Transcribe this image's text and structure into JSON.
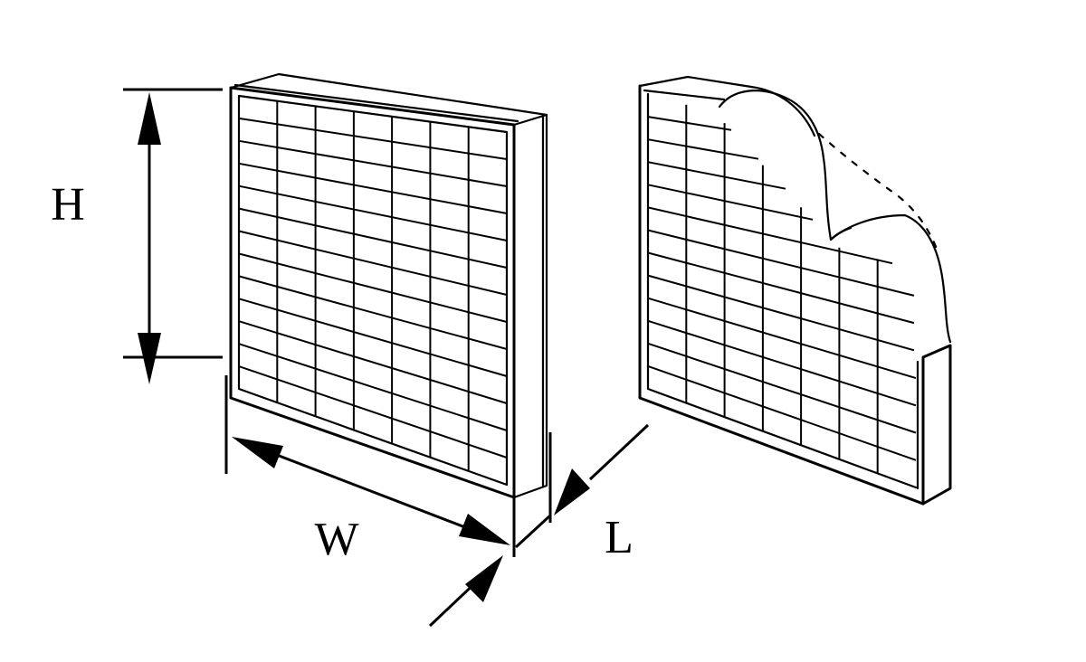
{
  "labels": {
    "height": "H",
    "width": "W",
    "length": "L"
  },
  "colors": {
    "line": "#000000",
    "background": "#ffffff"
  },
  "filter_grid": {
    "vertical_divisions": 7,
    "horizontal_divisions": 13
  }
}
